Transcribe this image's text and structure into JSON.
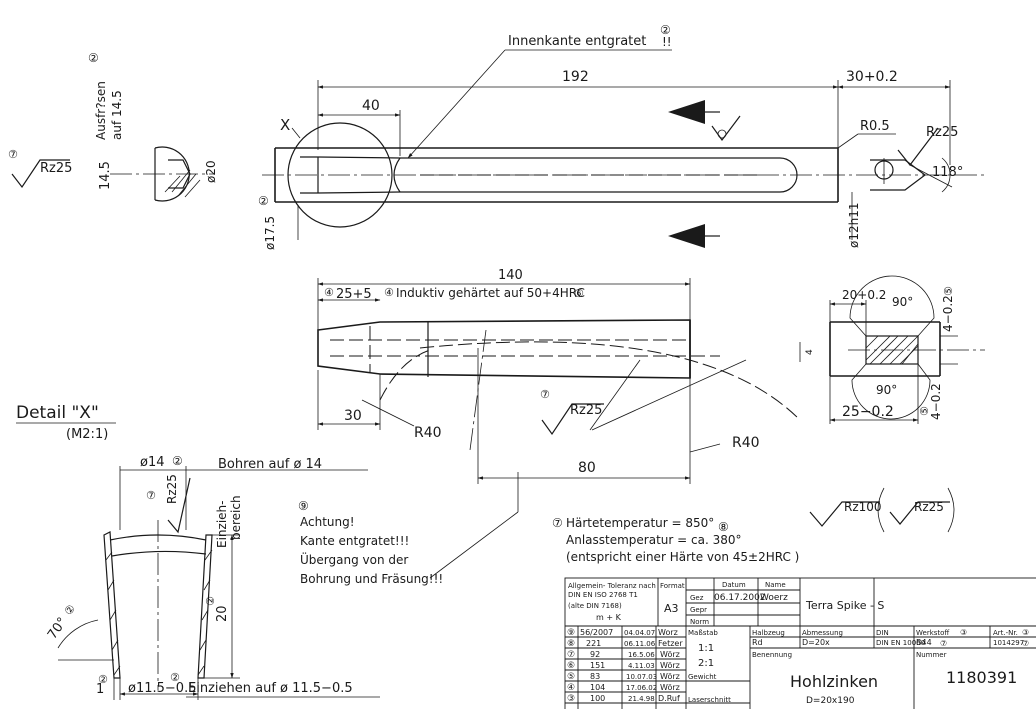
{
  "notes": {
    "innenkante": "Innenkante entgratet",
    "exclaim": "!!",
    "circled_2": "②",
    "circled_7": "⑦",
    "circled_4": "④",
    "circled_6": "⑥",
    "circled_8": "⑧",
    "circled_9": "⑨",
    "circled_5": "⑤",
    "circled_3": "③",
    "induktiv": "Induktiv gehärtet auf 50+4HRC",
    "haertetemp": "Härtetemperatur = 850°",
    "anlasstemp": "Anlasstemperatur = ca. 380°",
    "entspricht": "(entspricht einer Härte von 45±2HRC )",
    "achtung": "Achtung!",
    "kante": "Kante entgratet!!!",
    "uebergang": "Übergang von der",
    "bohrung": "Bohrung und Fräsung!!!",
    "detail_title": "Detail \"X\"",
    "detail_scale": "(M2:1)",
    "bohren": "Bohren auf ø 14",
    "einziehen": "Einziehen auf ø 11.5−0.5",
    "einzieh_1": "Einzieh-",
    "einzieh_2": "bereich",
    "ausfraesen_1": "Ausfr?sen",
    "ausfraesen_2": "auf 14.5",
    "x_label": "X"
  },
  "dimensions": {
    "d192": "192",
    "d30_02": "30+0.2",
    "d40": "40",
    "r05": "R0.5",
    "rz25": "Rz25",
    "d118": "118°",
    "d20": "ø20",
    "d145": "14.5",
    "d175": "ø17.5",
    "d12h11": "ø12h11",
    "d140": "140",
    "d25_5": "25+5",
    "d20_02": "20+0.2",
    "d90": "90°",
    "d4_02": "4−0.2",
    "d30": "30",
    "r40": "R40",
    "d80": "80",
    "d25_02": "25−0.2",
    "d4": "4",
    "d14": "ø14",
    "d70": "70°",
    "d20b": "20",
    "d1": "1",
    "d115": "ø11.5−0.5",
    "rz100": "Rz100",
    "rz25b": "Rz25"
  },
  "title_block": {
    "tol_1": "Allgemein- Toleranz nach",
    "tol_2": "DIN EN ISO 2768 T1",
    "tol_3": "(alte DIN 7168)",
    "tol_4": "m + K",
    "format_label": "Format",
    "format_value": "A3",
    "datum_label": "Datum",
    "name_label": "Name",
    "gez": "Gez",
    "gez_date": "06.17.2002",
    "gez_name": "Woerz",
    "gepr": "Gepr",
    "norm": "Norm",
    "project": "Terra Spike - S",
    "massstab_label": "Maßstab",
    "massstab_1": "1:1",
    "massstab_2": "2:1",
    "gewicht": "Gewicht",
    "laserschnitt": "Laserschnitt",
    "halbzeug_label": "Halbzeug",
    "halbzeug_value": "Rd",
    "abmessung_label": "Abmessung",
    "abmessung_value": "D=20x",
    "din_label": "DIN",
    "din_value": "DIN EN 10060",
    "werkstoff_label": "Werkstoff",
    "werkstoff_value": "B44",
    "artnr_label": "Art.-Nr.",
    "artnr_value": "1014297",
    "benennung_label": "Benennung",
    "nummer_label": "Nummer",
    "part_name": "Hohlzinken",
    "part_sub": "D=20x190",
    "part_number": "1180391",
    "revisions": [
      {
        "mark": "⑨",
        "no": "56/2007",
        "date": "04.04.07",
        "name": "Worz"
      },
      {
        "mark": "⑧",
        "no": "221",
        "date": "06.11.06",
        "name": "Fetzer"
      },
      {
        "mark": "⑦",
        "no": "92",
        "date": "16.5.06",
        "name": "Wörz"
      },
      {
        "mark": "⑥",
        "no": "151",
        "date": "4.11.03",
        "name": "Wörz"
      },
      {
        "mark": "⑤",
        "no": "83",
        "date": "10.07.03",
        "name": "Wörz"
      },
      {
        "mark": "④",
        "no": "104",
        "date": "17.06.02",
        "name": "Wörz"
      },
      {
        "mark": "③",
        "no": "100",
        "date": "21.4.98",
        "name": "D.Ruf"
      }
    ]
  }
}
